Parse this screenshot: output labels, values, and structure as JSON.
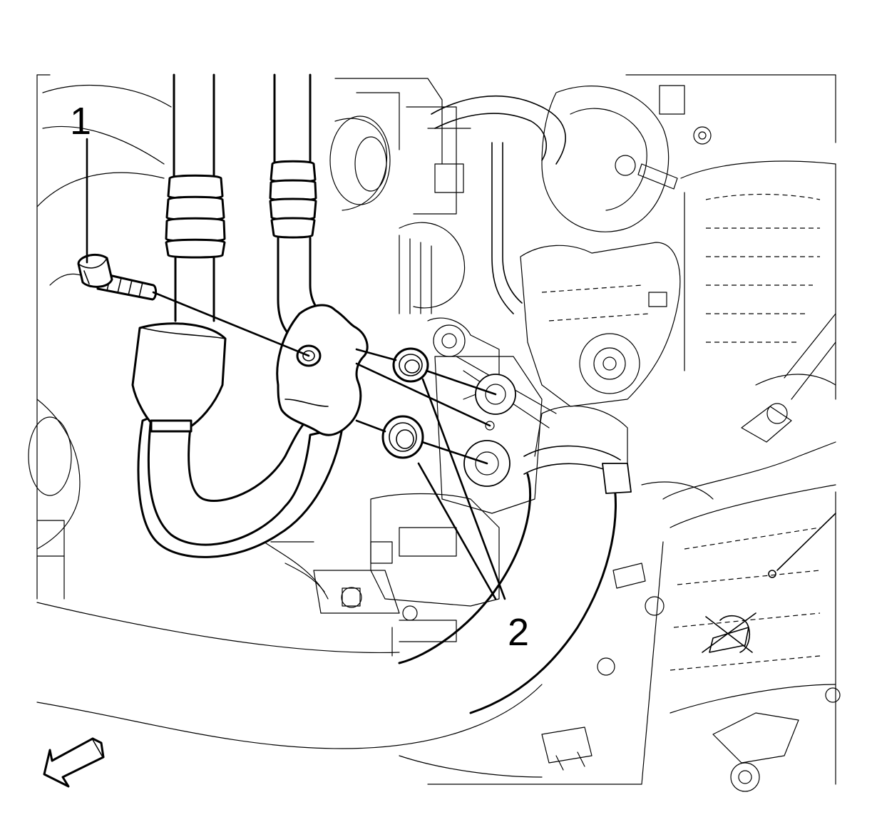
{
  "callouts": [
    {
      "id": "1",
      "label": "1"
    },
    {
      "id": "2",
      "label": "2"
    }
  ],
  "icons": {
    "orientation_arrow": "arrow-southwest-icon",
    "warning_symbol": "no-touch-warning-icon"
  }
}
